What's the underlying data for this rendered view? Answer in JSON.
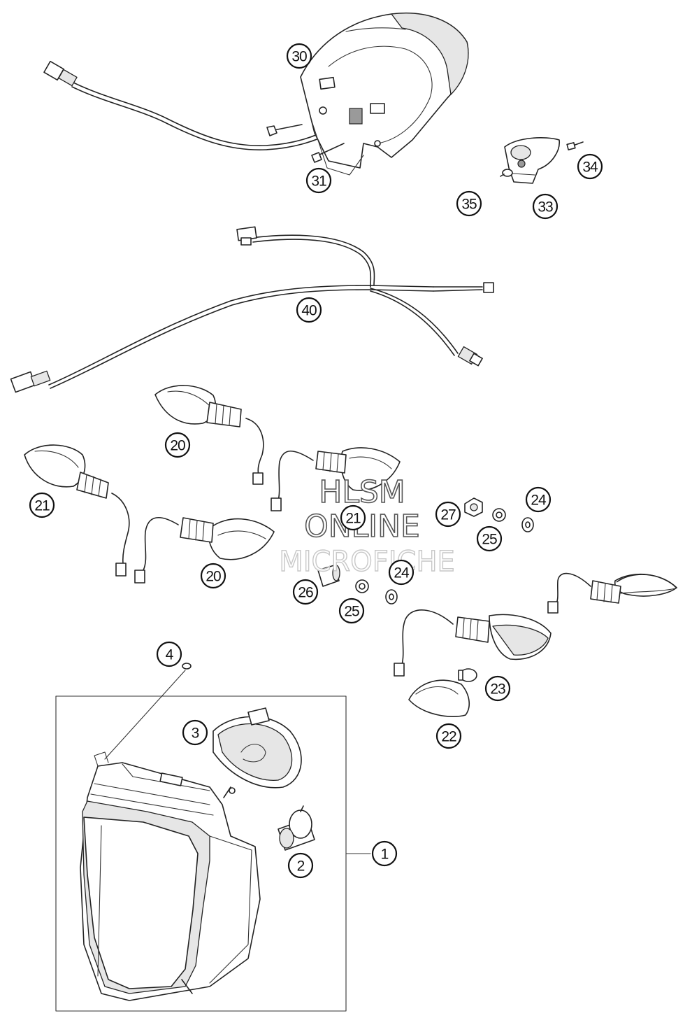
{
  "watermark": {
    "line1": "HLSM",
    "line2": "ONLINE",
    "line3": "MICROFICHE"
  },
  "callouts": {
    "c30": "30",
    "c31": "31",
    "c33": "33",
    "c34": "34",
    "c35": "35",
    "c40": "40",
    "c20a": "20",
    "c20b": "20",
    "c21a": "21",
    "c21b": "21",
    "c27": "27",
    "c24a": "24",
    "c24b": "24",
    "c25a": "25",
    "c25b": "25",
    "c26": "26",
    "c23": "23",
    "c22": "22",
    "c4": "4",
    "c3": "3",
    "c2": "2",
    "c1": "1"
  }
}
